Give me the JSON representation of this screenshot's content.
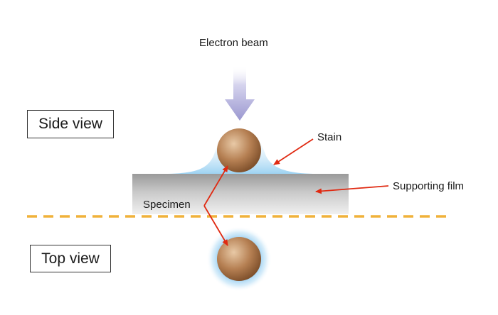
{
  "labels": {
    "electron_beam": "Electron beam",
    "side_view": "Side view",
    "top_view": "Top view",
    "stain": "Stain",
    "supporting_film": "Supporting film",
    "specimen": "Specimen"
  },
  "colors": {
    "beam_arrow": "#a9a6d6",
    "sphere_light": "#d9b48f",
    "sphere_dark": "#8b5a32",
    "stain": "#9fd2ef",
    "film_top": "#9c9c9c",
    "film_bottom": "#e8e8e8",
    "pointer_arrow": "#e02a12",
    "dashed_line": "#f0b23a"
  }
}
